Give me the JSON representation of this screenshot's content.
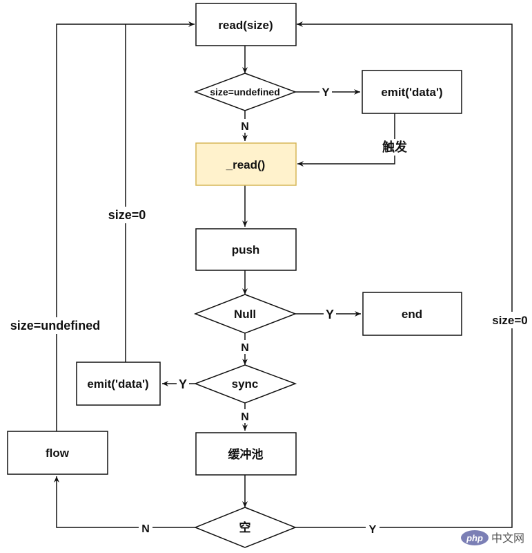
{
  "nodes": {
    "read_size": "read(size)",
    "size_undefined_decision": "size=undefined",
    "emit_data_top": "emit('data')",
    "read_internal": "_read()",
    "push": "push",
    "null_decision": "Null",
    "end": "end",
    "sync_decision": "sync",
    "emit_data_left": "emit('data')",
    "buffer_pool": "缓冲池",
    "flow": "flow",
    "empty_decision": "空"
  },
  "edge_labels": {
    "size_undefined_yes": "Y",
    "size_undefined_no": "N",
    "trigger": "触发",
    "null_yes": "Y",
    "null_no": "N",
    "sync_yes": "Y",
    "sync_no": "N",
    "empty_no": "N",
    "empty_yes": "Y",
    "left_size_zero": "size=0",
    "far_left_size_undefined": "size=undefined",
    "right_size_zero": "size=0"
  },
  "watermark": {
    "logo_text": "php",
    "site_text": "中文网"
  },
  "colors": {
    "highlight_fill": "#fff2cc",
    "highlight_stroke": "#d6b656",
    "stroke": "#111111",
    "logo": "#7b7fb5"
  }
}
